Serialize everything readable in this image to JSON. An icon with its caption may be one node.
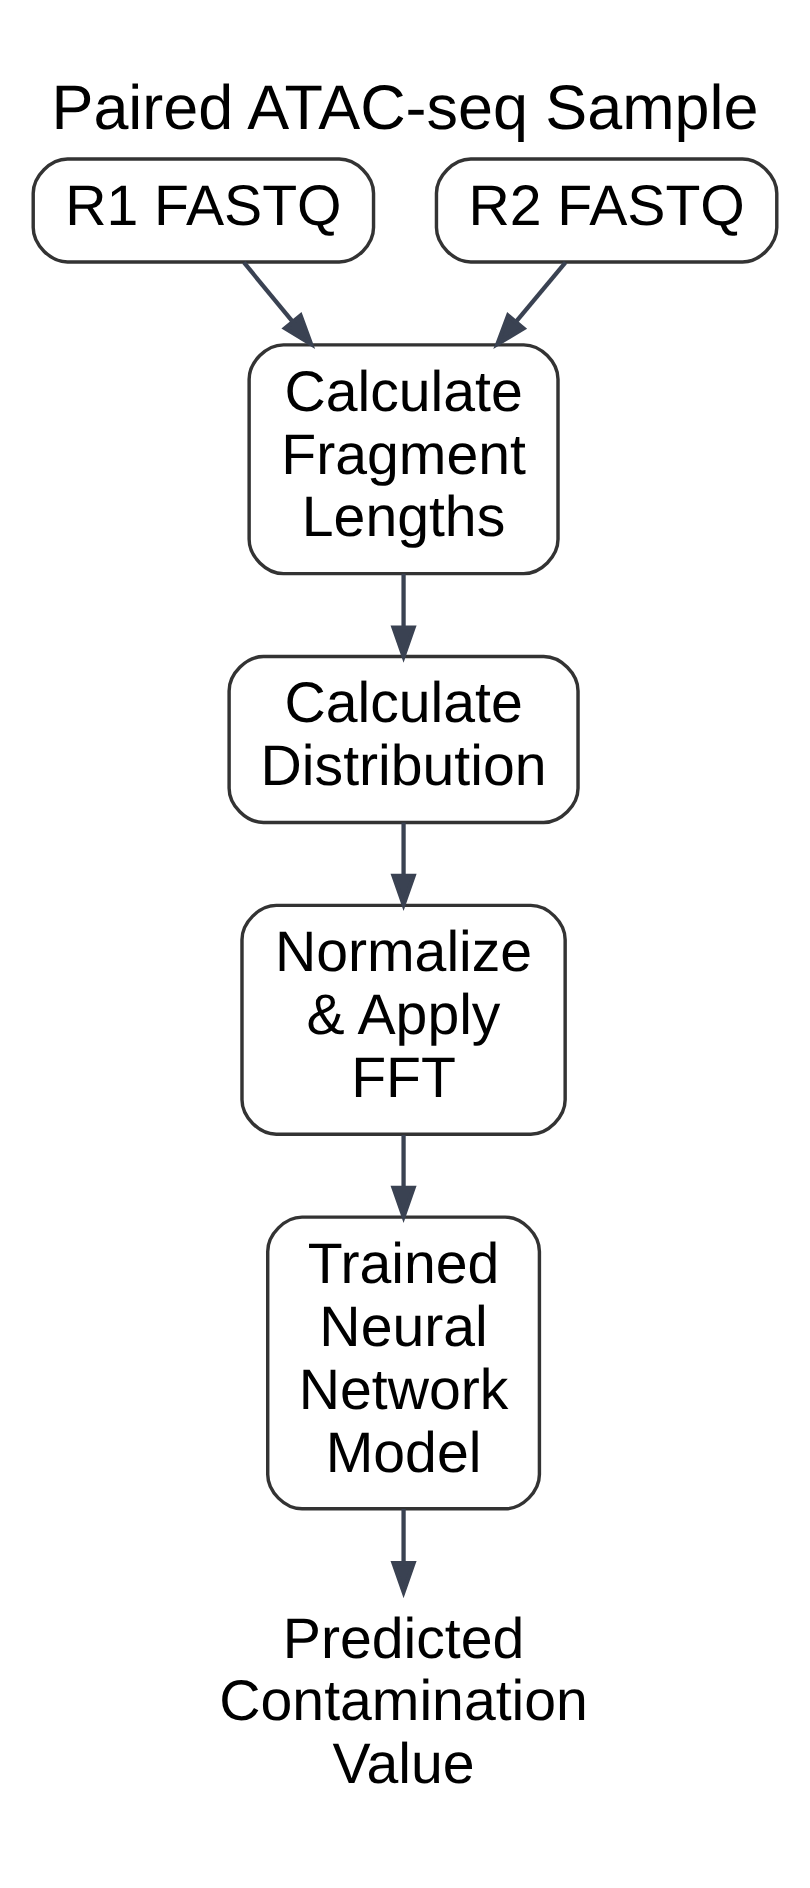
{
  "diagram": {
    "title": "Paired ATAC-seq Sample",
    "nodes": [
      {
        "text": [
          "R1 FASTQ"
        ]
      },
      {
        "text": [
          "R2 FASTQ"
        ]
      },
      {
        "text": [
          "Calculate Fragment Lengths"
        ]
      },
      {
        "text": [
          "Calculate Distribution"
        ]
      },
      {
        "text": [
          "Normalize & Apply FFT"
        ]
      },
      {
        "text": [
          "Trained Neural Network Model"
        ]
      },
      {
        "text": [
          "Predicted Contamination Value"
        ]
      }
    ],
    "edges": [
      {
        "from": 0,
        "to": 2,
        "arrow": "to"
      },
      {
        "from": 1,
        "to": 2,
        "arrow": "to"
      },
      {
        "from": 2,
        "to": 3,
        "arrow": "to"
      },
      {
        "from": 3,
        "to": 4,
        "arrow": "to"
      },
      {
        "from": 4,
        "to": 5,
        "arrow": "to"
      },
      {
        "from": 5,
        "to": 6,
        "arrow": "to"
      }
    ]
  }
}
